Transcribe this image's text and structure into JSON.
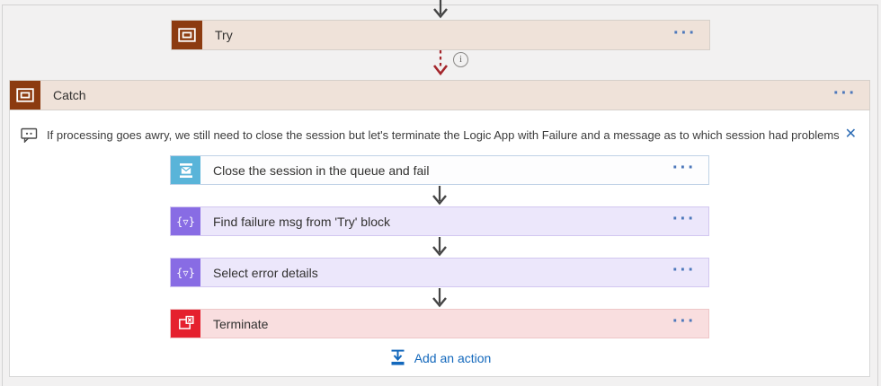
{
  "ui": {
    "ellipsis": "···",
    "close_glyph": "✕",
    "info_glyph": "i",
    "data_ops_glyph": "{▿}"
  },
  "colors": {
    "canvas_bg": "#f2f1f1",
    "scope_accent": "#8c3b10",
    "scope_header_bg": "#efe2d9",
    "service_bus_accent": "#59b4d9",
    "service_bus_card_bg": "#fdfdfe",
    "data_ops_accent": "#886ce4",
    "data_ops_card_bg": "#ece7fb",
    "terminate_accent": "#e5202e",
    "terminate_card_bg": "#f9dedf",
    "link_blue": "#1368bc",
    "ellipsis_blue": "#4d78bb",
    "failure_arrow_red": "#a4262c",
    "connector_gray": "#454545"
  },
  "try_card": {
    "label": "Try"
  },
  "catch_scope": {
    "label": "Catch",
    "comment": "If processing goes awry, we still need to close the session but let's terminate the Logic App with Failure and a message as to which session had problems",
    "actions": [
      {
        "label": "Close the session in the queue and fail",
        "icon": "service-bus"
      },
      {
        "label": "Find failure msg from 'Try' block",
        "icon": "data-operations"
      },
      {
        "label": "Select error details",
        "icon": "data-operations"
      },
      {
        "label": "Terminate",
        "icon": "terminate"
      }
    ],
    "add_action_label": "Add an action"
  }
}
